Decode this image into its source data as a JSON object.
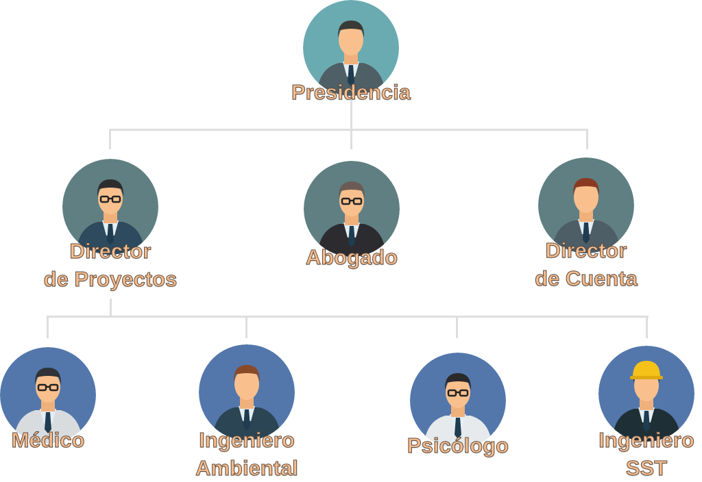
{
  "colors": {
    "top": "#6aabb1",
    "mid": "#5f7f82",
    "bottom": "#5377ab",
    "connector": "#dedede",
    "label": "#f8bd8e"
  },
  "root": {
    "label": "Presidencia",
    "icon": "businessman-avatar-icon"
  },
  "level2": [
    {
      "line1": "Director",
      "line2": "de Proyectos",
      "icon": "businessman-glasses-avatar-icon"
    },
    {
      "line1": "Abogado",
      "line2": "",
      "icon": "lawyer-woman-avatar-icon"
    },
    {
      "line1": "Director",
      "line2": "de Cuenta",
      "icon": "businessman-avatar-icon"
    }
  ],
  "level3": [
    {
      "line1": "Médico",
      "line2": "",
      "icon": "doctor-avatar-icon"
    },
    {
      "line1": "Ingeniero",
      "line2": "Ambiental",
      "icon": "engineer-avatar-icon"
    },
    {
      "line1": "Psicólogo",
      "line2": "",
      "icon": "psychologist-avatar-icon"
    },
    {
      "line1": "Ingeniero",
      "line2": "SST",
      "icon": "safety-engineer-avatar-icon"
    }
  ]
}
